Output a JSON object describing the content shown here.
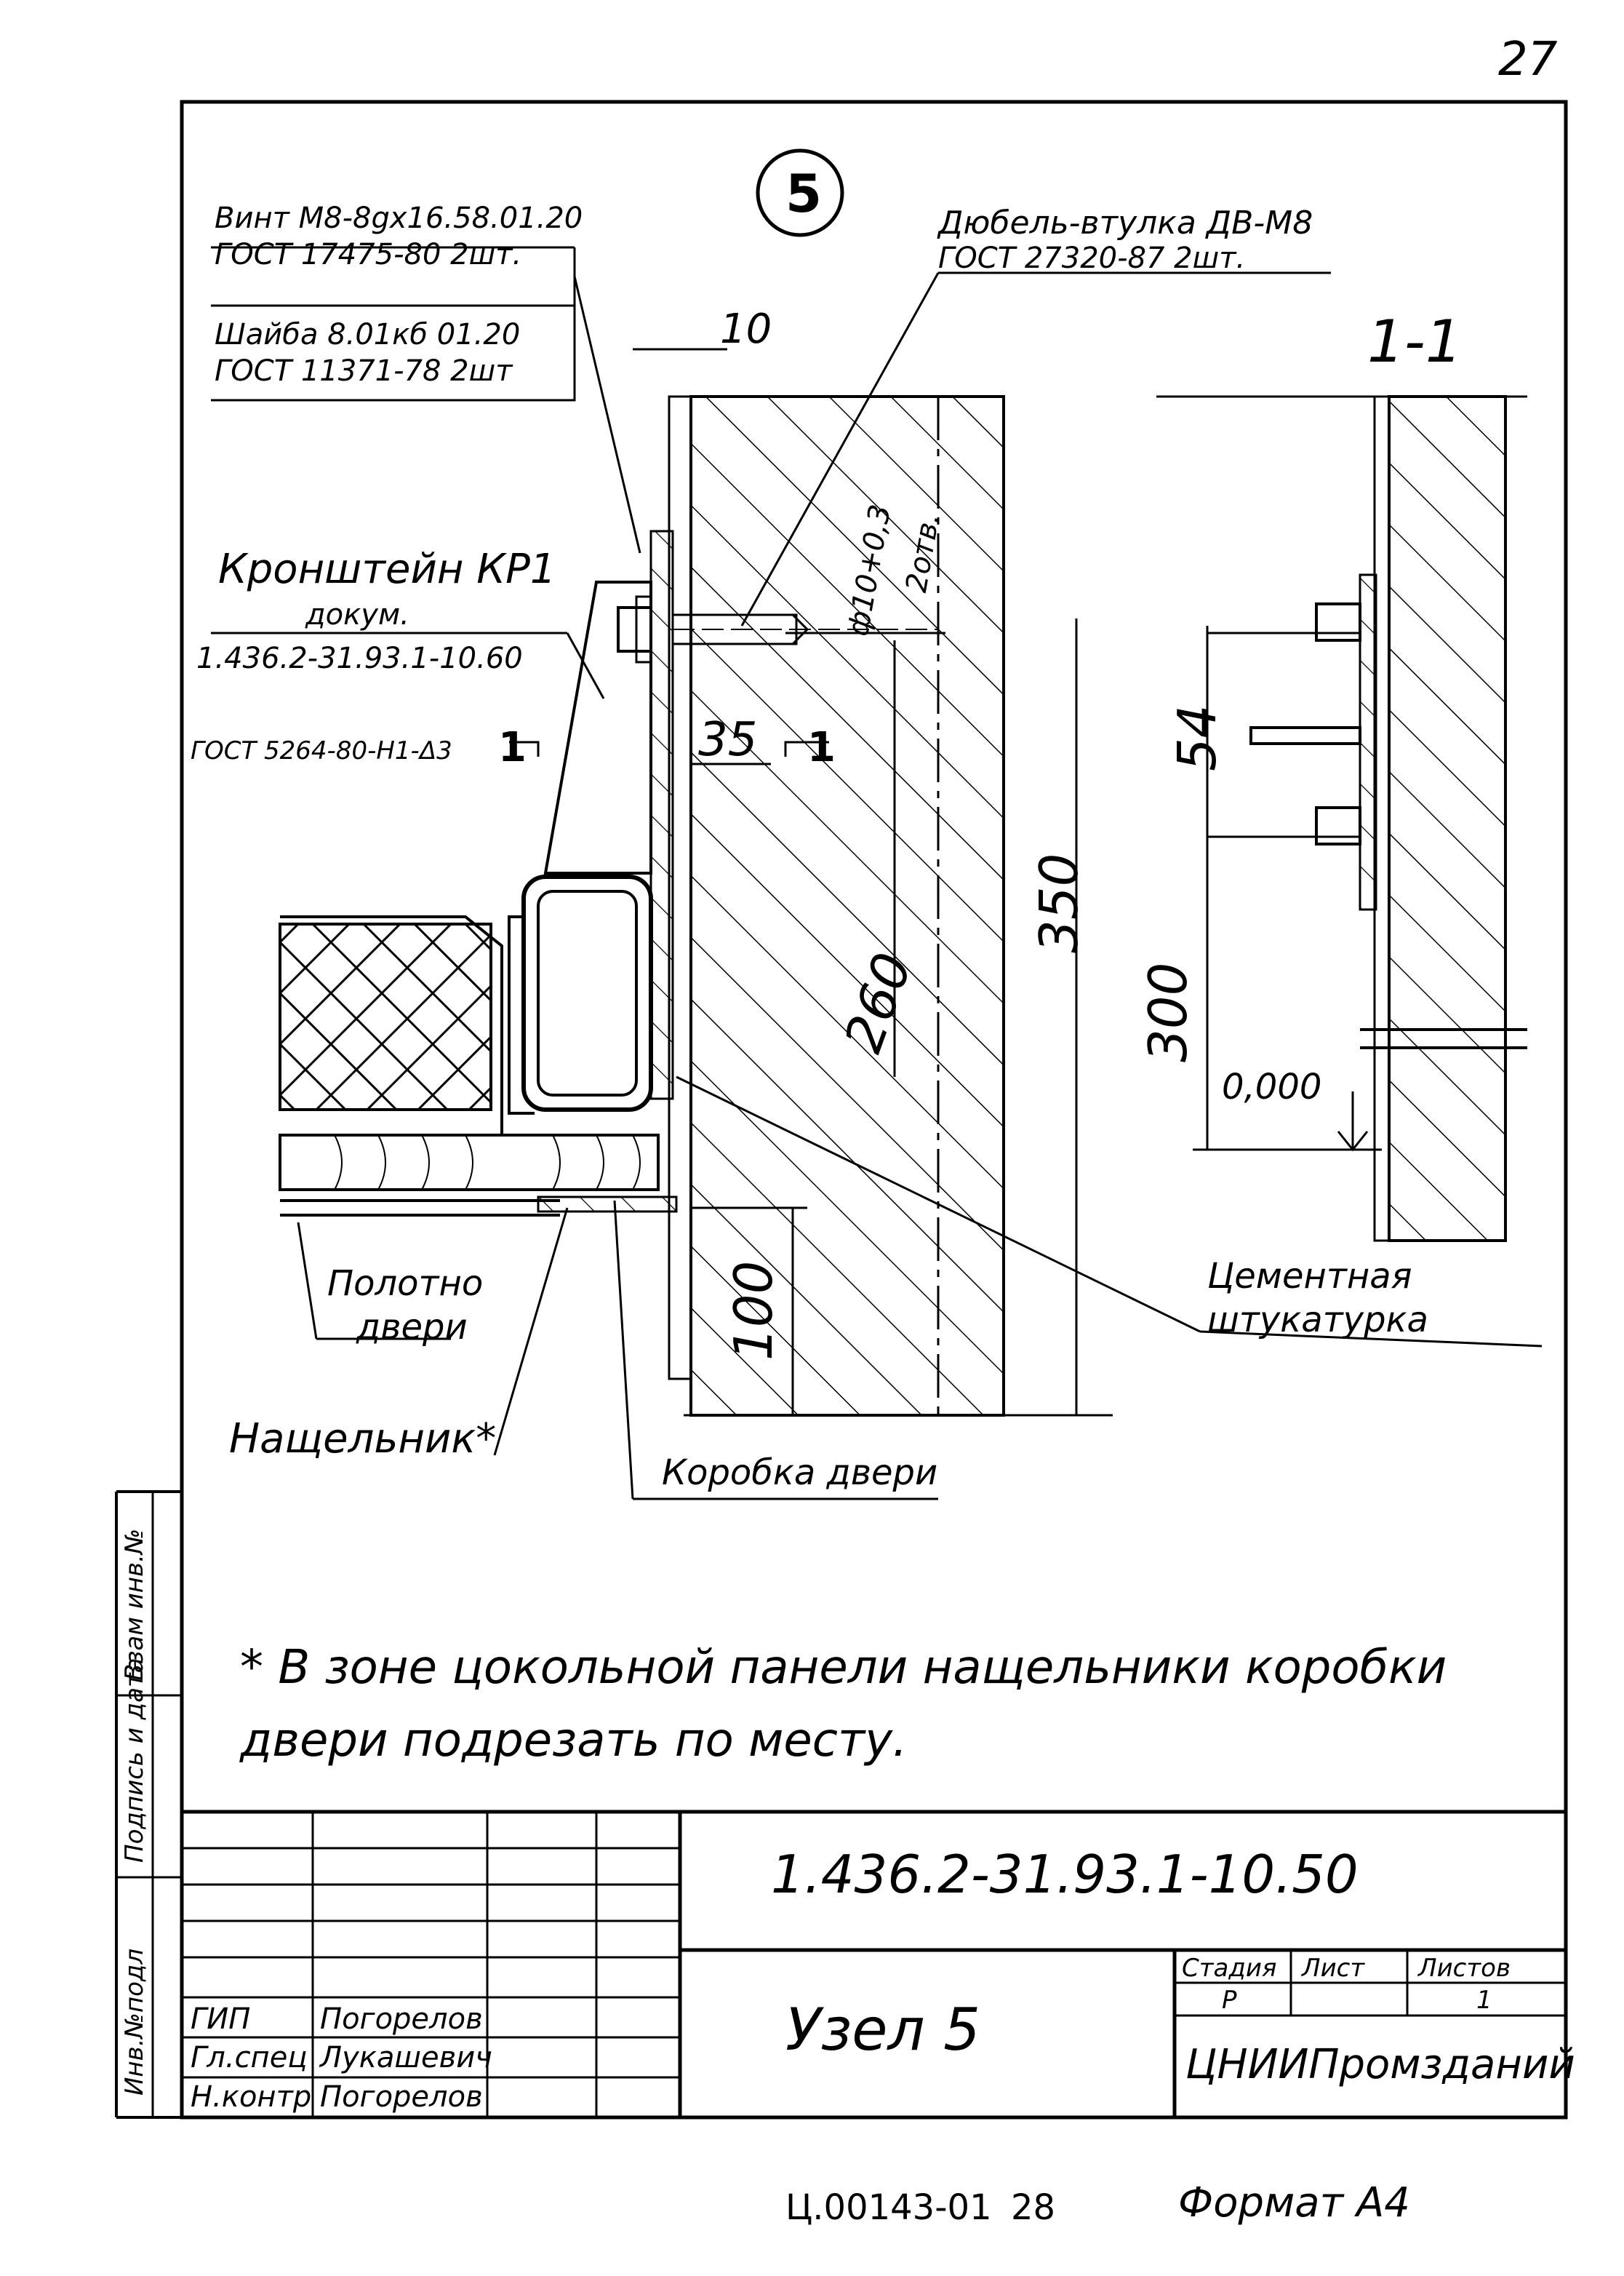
{
  "page_number": "27",
  "node_number": "5",
  "labels": {
    "vint": "Винт М8-8gx16.58.01.20",
    "vint_gost": "ГОСТ 17475-80  2шт.",
    "shaiba": "Шайба 8.01кб 01.20",
    "shaiba_gost": "ГОСТ 11371-78 2шт",
    "dubel": "Дюбель-втулка ДВ-М8",
    "dubel_gost": "ГОСТ 27320-87  2шт.",
    "kronshtein": "Кронштейн КР1",
    "kronshtein_doc1": "докум.",
    "kronshtein_doc2": "1.436.2-31.93.1-10.60",
    "gost5264": "ГОСТ 5264-80-Н1-Δ3",
    "polotno1": "Полотно",
    "polotno2": "двери",
    "nashchelnik": "Нащельник*",
    "korobka": "Коробка двери",
    "cement1": "Цементная",
    "cement2": "штукатурка"
  },
  "dimensions": {
    "d10": "10",
    "d35": "35",
    "d260": "260",
    "d350": "350",
    "d100": "100",
    "d54": "54",
    "d300": "300",
    "elev": "0,000",
    "hole": "ф10+0,3",
    "holes_count": "2отв."
  },
  "section": {
    "title": "1-1",
    "mark": "1"
  },
  "note": {
    "line1": "* В  зоне цокольной панели нащельники коробки",
    "line2": "двери  подрезать по месту."
  },
  "title_block": {
    "code": "1.436.2-31.93.1-10.50",
    "name": "Узел 5",
    "stage_header": "Стадия",
    "sheet_header": "Лист",
    "sheets_header": "Листов",
    "stage": "Р",
    "sheets": "1",
    "org": "ЦНИИПромзданий",
    "rows": [
      {
        "role": "ГИП",
        "name": "Погорелов"
      },
      {
        "role": "Гл.спец",
        "name": "Лукашевич"
      },
      {
        "role": "Н.контр",
        "name": "Погорелов"
      }
    ]
  },
  "side_stamp": {
    "inv_podl": "Инв.№подл",
    "podpis": "Подпись и дата",
    "vzam": "Взам инв.№"
  },
  "footer": {
    "code": "Ц.00143-01",
    "page": "28",
    "format": "Формат А4"
  }
}
